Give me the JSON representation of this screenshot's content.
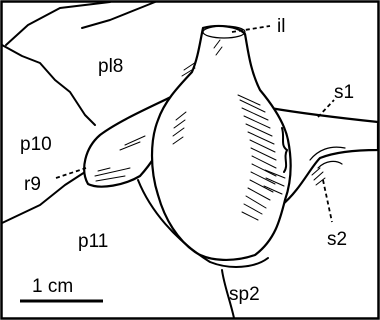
{
  "labels": {
    "il": "il",
    "pl8": "pl8",
    "s1": "s1",
    "p10": "p10",
    "r9": "r9",
    "p11": "p11",
    "s2": "s2",
    "sp2": "sp2"
  },
  "scale_bar": {
    "label": "1 cm"
  }
}
